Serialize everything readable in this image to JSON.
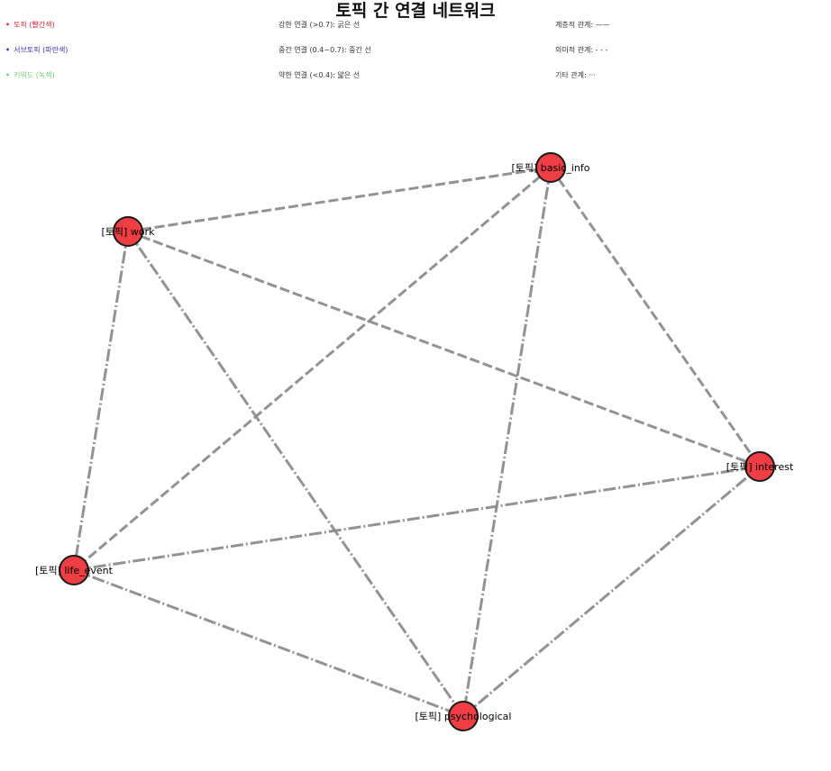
{
  "title": "토픽 간 연결 네트워크",
  "legend": {
    "node_types": [
      {
        "label": "토픽 (빨간색)",
        "color": "#d9303b"
      },
      {
        "label": "서브토픽 (파란색)",
        "color": "#4a2bb8"
      },
      {
        "label": "키워드 (녹색)",
        "color": "#6fcf6f"
      }
    ],
    "strength": [
      "강한 연결 (>0.7): 굵은 선",
      "중간 연결 (0.4~0.7): 중간 선",
      "약한 연결 (<0.4): 얇은 선"
    ],
    "relation": [
      "계층적 관계: ——",
      "의미적 관계: - - -",
      "기타 관계: ···"
    ]
  },
  "colors": {
    "node_fill": "#ef3e44",
    "node_stroke": "#1a1a1a",
    "edge": "#8c8c8c"
  },
  "nodes": [
    {
      "id": "basic_info",
      "label": "[토픽] basic_info"
    },
    {
      "id": "work",
      "label": "[토픽] work"
    },
    {
      "id": "interest",
      "label": "[토픽] interest"
    },
    {
      "id": "life_event",
      "label": "[토픽] life_event"
    },
    {
      "id": "psychological",
      "label": "[토픽] psychological"
    }
  ],
  "edges": [
    {
      "source": "work",
      "target": "basic_info",
      "style": "dashed"
    },
    {
      "source": "work",
      "target": "interest",
      "style": "dashed"
    },
    {
      "source": "work",
      "target": "life_event",
      "style": "dash-dot"
    },
    {
      "source": "work",
      "target": "psychological",
      "style": "dash-dot"
    },
    {
      "source": "basic_info",
      "target": "interest",
      "style": "dashed"
    },
    {
      "source": "basic_info",
      "target": "life_event",
      "style": "dashed"
    },
    {
      "source": "basic_info",
      "target": "psychological",
      "style": "dash-dot"
    },
    {
      "source": "life_event",
      "target": "interest",
      "style": "dash-dot"
    },
    {
      "source": "life_event",
      "target": "psychological",
      "style": "dash-dot"
    },
    {
      "source": "psychological",
      "target": "interest",
      "style": "dash-dot"
    }
  ]
}
